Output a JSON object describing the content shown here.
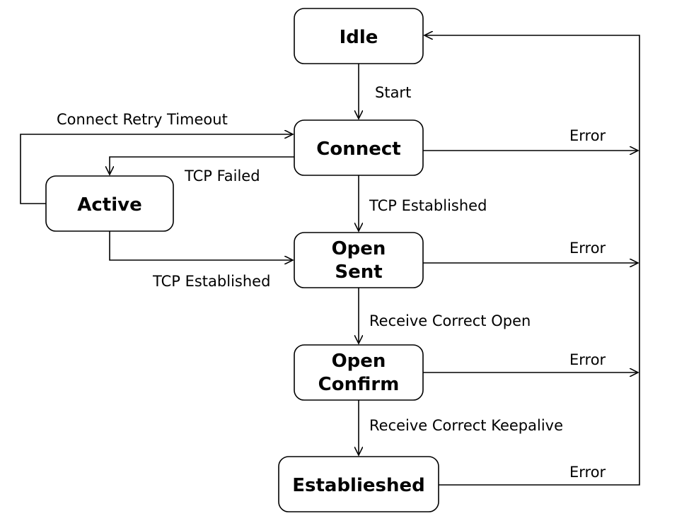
{
  "diagram": {
    "nodes": {
      "idle": {
        "lines": [
          "Idle"
        ]
      },
      "connect": {
        "lines": [
          "Connect"
        ]
      },
      "active": {
        "lines": [
          "Active"
        ]
      },
      "open_sent": {
        "lines": [
          "Open",
          "Sent"
        ]
      },
      "open_confirm": {
        "lines": [
          "Open",
          "Confirm"
        ]
      },
      "established": {
        "lines": [
          "Establieshed"
        ]
      }
    },
    "edges": {
      "start": "Start",
      "connect_retry_timeout": "Connect Retry Timeout",
      "tcp_failed": "TCP Failed",
      "tcp_established_main": "TCP Established",
      "tcp_established_active": "TCP Established",
      "receive_correct_open": "Receive Correct Open",
      "receive_correct_keepalive": "Receive Correct Keepalive",
      "error_connect": "Error",
      "error_open_sent": "Error",
      "error_open_confirm": "Error",
      "error_established": "Error"
    }
  }
}
